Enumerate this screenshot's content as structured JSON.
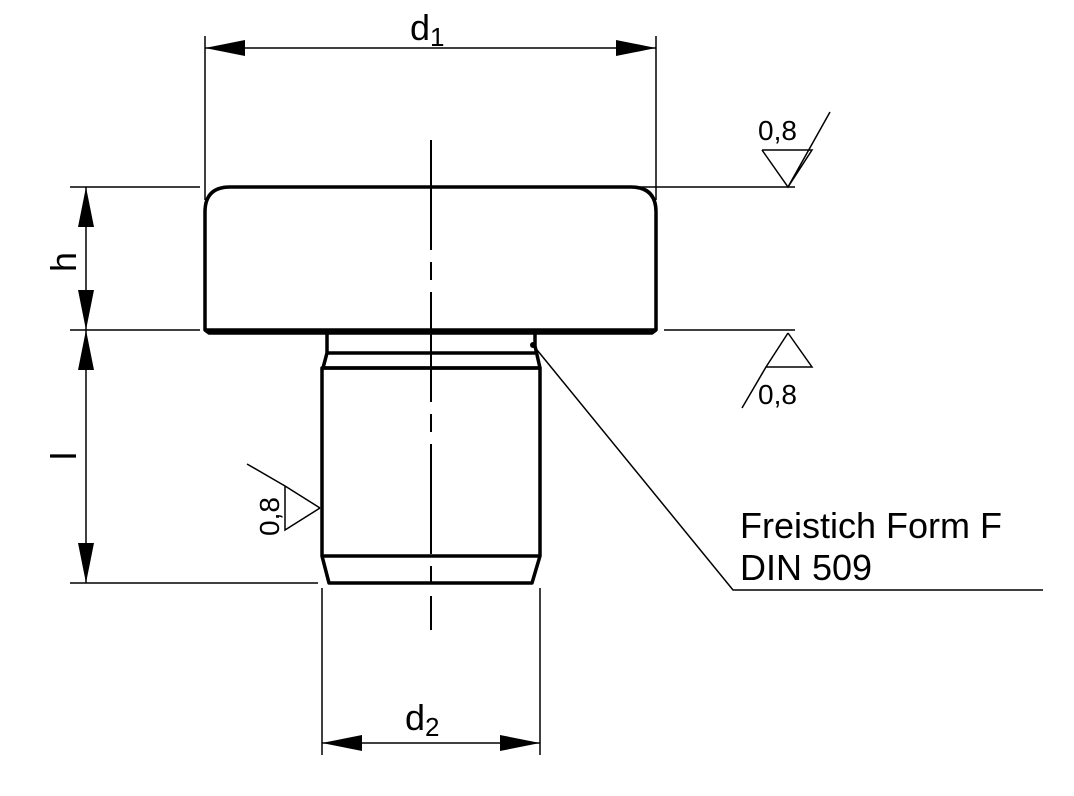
{
  "dimensions": {
    "d1": {
      "base": "d",
      "sub": "1"
    },
    "d2": {
      "base": "d",
      "sub": "2"
    },
    "h": "h",
    "l": "l"
  },
  "surface_roughness": {
    "top": "0,8",
    "underside": "0,8",
    "shank": "0,8"
  },
  "annotation": {
    "line1": "Freistich Form F",
    "line2": "DIN 509"
  }
}
